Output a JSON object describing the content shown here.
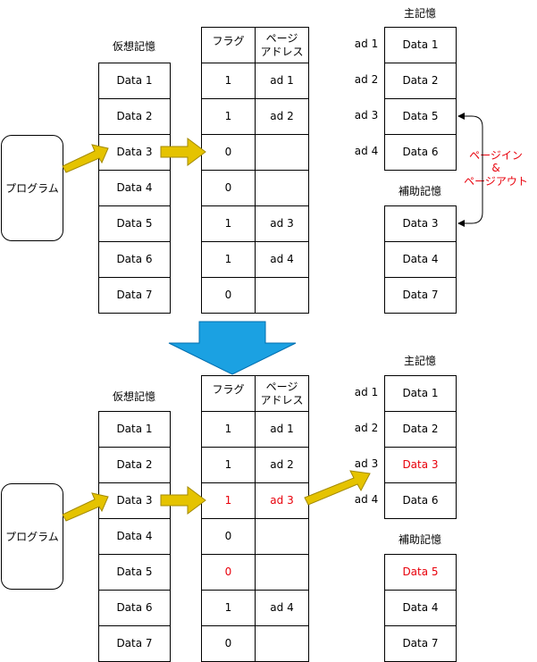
{
  "colors": {
    "arrow_fill": "#e5c300",
    "arrow_stroke": "#a38a00",
    "big_arrow_fill": "#1ba1e2",
    "big_arrow_stroke": "#006eaf",
    "highlight": "#e8000b"
  },
  "before": {
    "program": "プログラム",
    "virtual_title": "仮想記憶",
    "virtual": [
      "Data 1",
      "Data 2",
      "Data 3",
      "Data 4",
      "Data 5",
      "Data 6",
      "Data 7"
    ],
    "flag_header": "フラグ",
    "addr_header": "ページ\nアドレス",
    "flags": [
      "1",
      "1",
      "0",
      "0",
      "1",
      "1",
      "0"
    ],
    "addrs": [
      "ad 1",
      "ad 2",
      "",
      "",
      "ad 3",
      "ad 4",
      ""
    ],
    "main_title": "主記憶",
    "main_addrs": [
      "ad 1",
      "ad 2",
      "ad 3",
      "ad 4"
    ],
    "main": [
      "Data 1",
      "Data 2",
      "Data 5",
      "Data 6"
    ],
    "aux_title": "補助記憶",
    "aux": [
      "Data 3",
      "Data 4",
      "Data 7"
    ],
    "swap_label": "ページイン\n&\nページアウト"
  },
  "after": {
    "program": "プログラム",
    "virtual_title": "仮想記憶",
    "virtual": [
      "Data 1",
      "Data 2",
      "Data 3",
      "Data 4",
      "Data 5",
      "Data 6",
      "Data 7"
    ],
    "flag_header": "フラグ",
    "addr_header": "ページ\nアドレス",
    "flags": [
      "1",
      "1",
      "1",
      "0",
      "0",
      "1",
      "0"
    ],
    "addrs": [
      "ad 1",
      "ad 2",
      "ad 3",
      "",
      "",
      "ad 4",
      ""
    ],
    "main_title": "主記憶",
    "main_addrs": [
      "ad 1",
      "ad 2",
      "ad 3",
      "ad 4"
    ],
    "main": [
      "Data 1",
      "Data 2",
      "Data 3",
      "Data 6"
    ],
    "aux_title": "補助記憶",
    "aux": [
      "Data 5",
      "Data 4",
      "Data 7"
    ]
  }
}
